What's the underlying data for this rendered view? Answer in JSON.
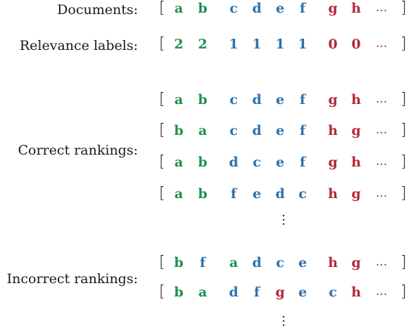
{
  "labels": {
    "documents": "Documents:",
    "relevance": "Relevance labels:",
    "correct": "Correct rankings:",
    "incorrect": "Incorrect rankings:"
  },
  "colors": {
    "grade_2": "#1f9050",
    "grade_1": "#2a72ad",
    "grade_0": "#b3263b"
  },
  "ellipsis": "...",
  "rows": [
    {
      "id": "documents",
      "items": [
        "a",
        "b",
        "c",
        "d",
        "e",
        "f",
        "g",
        "h"
      ],
      "grades": [
        2,
        2,
        1,
        1,
        1,
        1,
        0,
        0
      ]
    },
    {
      "id": "relevance",
      "items": [
        "2",
        "2",
        "1",
        "1",
        "1",
        "1",
        "0",
        "0"
      ],
      "grades": [
        2,
        2,
        1,
        1,
        1,
        1,
        0,
        0
      ]
    },
    {
      "id": "correct-1",
      "items": [
        "a",
        "b",
        "c",
        "d",
        "e",
        "f",
        "g",
        "h"
      ],
      "grades": [
        2,
        2,
        1,
        1,
        1,
        1,
        0,
        0
      ]
    },
    {
      "id": "correct-2",
      "items": [
        "b",
        "a",
        "c",
        "d",
        "e",
        "f",
        "h",
        "g"
      ],
      "grades": [
        2,
        2,
        1,
        1,
        1,
        1,
        0,
        0
      ]
    },
    {
      "id": "correct-3",
      "items": [
        "a",
        "b",
        "d",
        "c",
        "e",
        "f",
        "g",
        "h"
      ],
      "grades": [
        2,
        2,
        1,
        1,
        1,
        1,
        0,
        0
      ]
    },
    {
      "id": "correct-4",
      "items": [
        "a",
        "b",
        "f",
        "e",
        "d",
        "c",
        "h",
        "g"
      ],
      "grades": [
        2,
        2,
        1,
        1,
        1,
        1,
        0,
        0
      ]
    },
    {
      "id": "incorrect-1",
      "items": [
        "b",
        "f",
        "a",
        "d",
        "c",
        "e",
        "h",
        "g"
      ],
      "grades": [
        2,
        1,
        2,
        1,
        1,
        1,
        0,
        0
      ]
    },
    {
      "id": "incorrect-2",
      "items": [
        "b",
        "a",
        "d",
        "f",
        "g",
        "e",
        "c",
        "h"
      ],
      "grades": [
        2,
        2,
        1,
        1,
        0,
        1,
        1,
        0
      ]
    }
  ]
}
